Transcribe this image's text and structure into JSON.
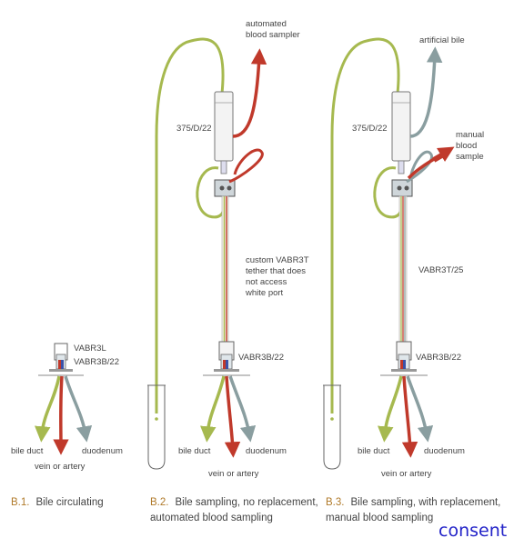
{
  "colors": {
    "bile_green": "#a6b94f",
    "blood_red": "#c0392b",
    "duodenum_gray": "#8a9ea0",
    "caption_accent": "#b07a2a",
    "consent_blue": "#2323c8",
    "text": "#444444"
  },
  "panel_b1": {
    "port_label": "VABR3L",
    "base_label": "VABR3B/22",
    "bile_duct": "bile duct",
    "vein": "vein or artery",
    "duodenum": "duodenum",
    "caption_num": "B.1.",
    "caption_line1": "Bile circulating"
  },
  "panel_b2": {
    "sampler_label_1": "automated",
    "sampler_label_2": "blood sampler",
    "swivel_label": "375/D/22",
    "tether_line_1": "custom VABR3T",
    "tether_line_2": "tether that does",
    "tether_line_3": "not access",
    "tether_line_4": "white port",
    "base_label": "VABR3B/22",
    "bile_duct": "bile duct",
    "vein": "vein or artery",
    "duodenum": "duodenum",
    "caption_num": "B.2.",
    "caption_line1": "Bile sampling, no replacement,",
    "caption_line2": "automated blood sampling"
  },
  "panel_b3": {
    "bile_source": "artificial bile",
    "swivel_label": "375/D/22",
    "manual_1": "manual",
    "manual_2": "blood",
    "manual_3": "sample",
    "tether_label": "VABR3T/25",
    "base_label": "VABR3B/22",
    "bile_duct": "bile duct",
    "vein": "vein or artery",
    "duodenum": "duodenum",
    "caption_num": "B.3.",
    "caption_line1": "Bile sampling, with replacement,",
    "caption_line2": "manual blood sampling"
  },
  "footer": {
    "consent": "consent"
  }
}
